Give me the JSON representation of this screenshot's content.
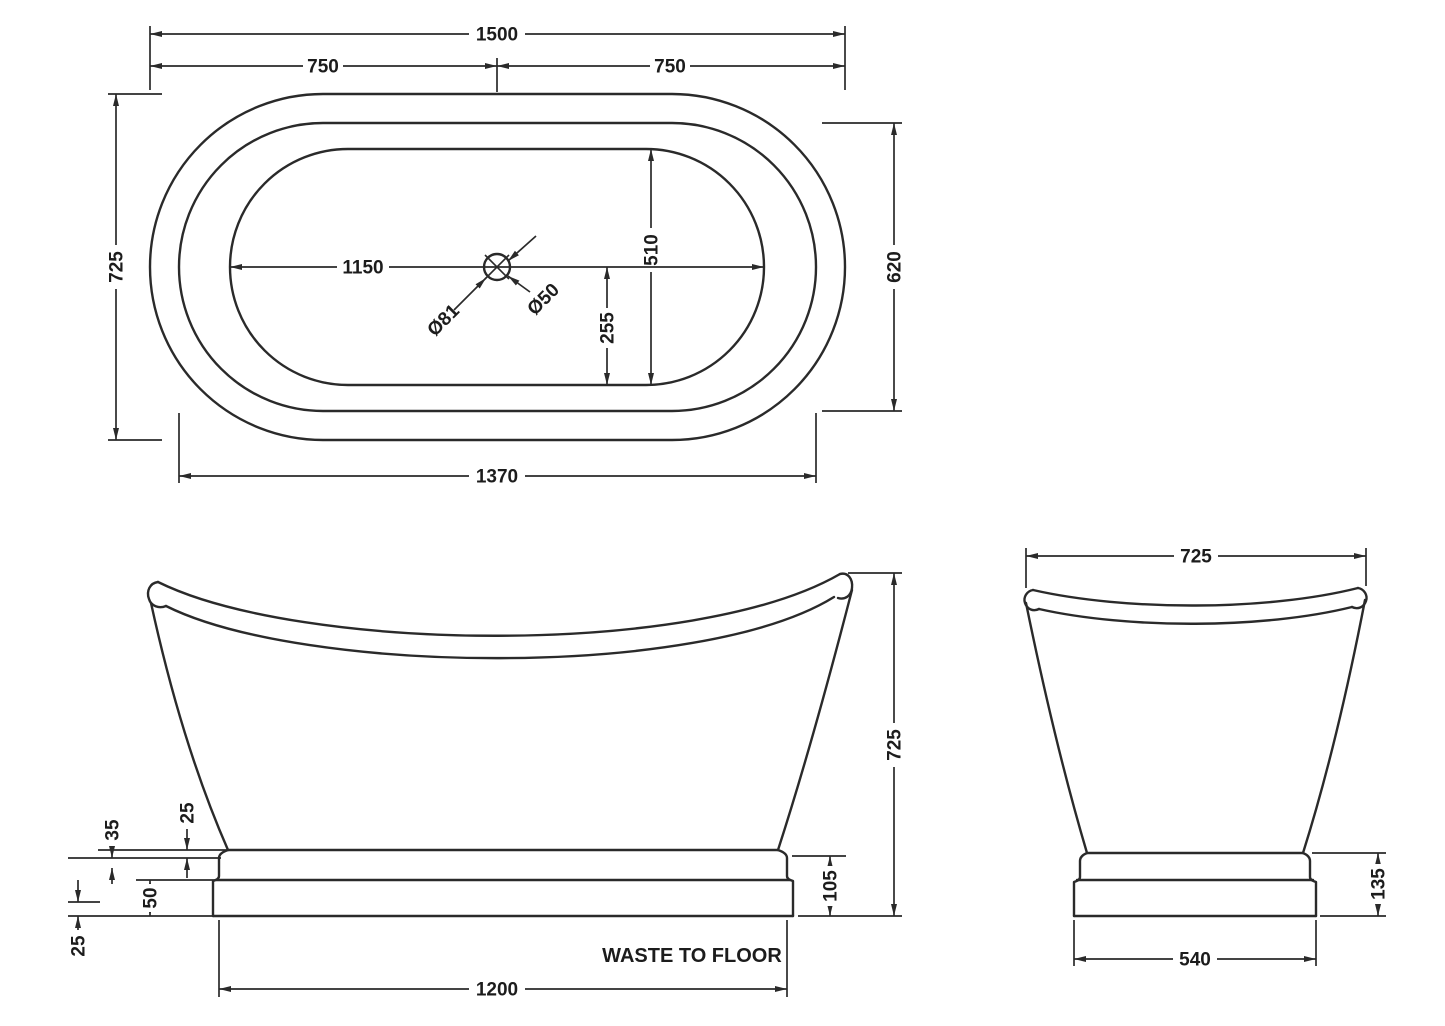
{
  "meta": {
    "drawing_type": "bath technical dimension drawing",
    "line_color": "#2a2a2a",
    "background_color": "#ffffff"
  },
  "plan": {
    "len_overall": "1500",
    "len_half_left": "750",
    "len_half_right": "750",
    "width_overall": "725",
    "width_rim": "620",
    "width_inner": "510",
    "len_inner": "1150",
    "drain_offset": "255",
    "drain_dia_outer": "Ø81",
    "drain_dia_waste": "Ø50",
    "len_base": "1370"
  },
  "front": {
    "height": "725",
    "lip_height": "25",
    "band_height": "35",
    "plinth_height": "50",
    "floor_gap": "25",
    "base_height": "105",
    "base_length": "1200",
    "waste_note": "WASTE TO FLOOR"
  },
  "side": {
    "width_overall": "725",
    "base_height": "135",
    "base_width": "540"
  }
}
